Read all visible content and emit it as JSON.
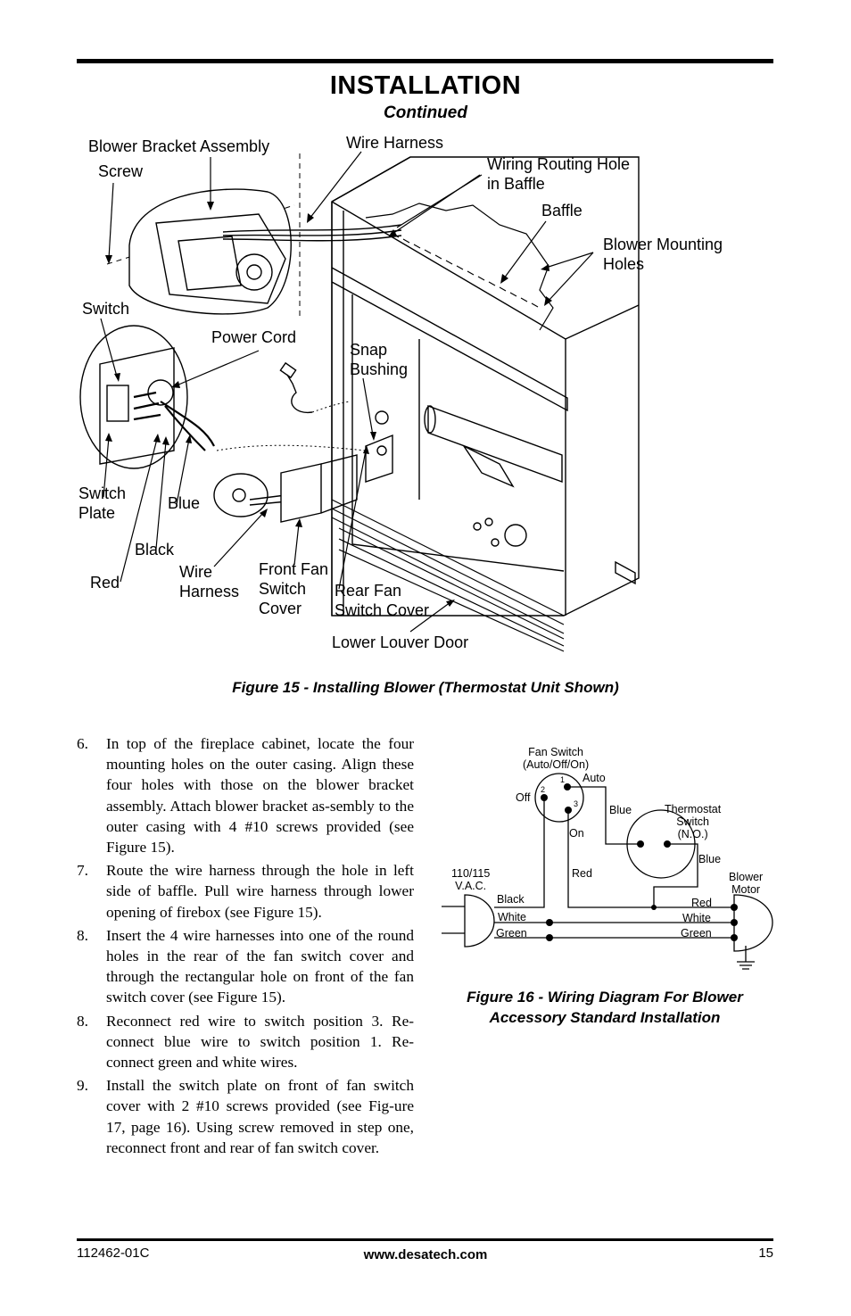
{
  "header": {
    "title": "INSTALLATION",
    "subtitle": "Continued"
  },
  "figure15": {
    "labels": {
      "blower_bracket_assembly": "Blower Bracket Assembly",
      "screw": "Screw",
      "wire_harness_top": "Wire Harness",
      "wiring_routing_hole": "Wiring Routing Hole\nin Baffle",
      "baffle": "Baffle",
      "blower_mounting_holes": "Blower Mounting\nHoles",
      "switch": "Switch",
      "power_cord": "Power Cord",
      "snap_bushing": "Snap\nBushing",
      "switch_plate": "Switch\nPlate",
      "blue": "Blue",
      "black": "Black",
      "red": "Red",
      "wire_harness_bottom": "Wire\nHarness",
      "front_fan_switch_cover": "Front Fan\nSwitch\nCover",
      "rear_fan_switch_cover": "Rear Fan\nSwitch Cover",
      "lower_louver_door": "Lower Louver Door"
    },
    "caption": "Figure 15 - Installing Blower  (Thermostat Unit Shown)"
  },
  "steps": [
    {
      "num": "6.",
      "text": "In top of the fireplace cabinet, locate the four mounting holes on the outer casing. Align these four holes with those on the blower bracket assembly. Attach blower bracket as-sembly to the outer casing with 4 #10 screws provided (see Figure 15)."
    },
    {
      "num": "7.",
      "text": "Route the wire harness through the hole in left side of baffle. Pull wire harness through lower opening of firebox (see Figure 15)."
    },
    {
      "num": "8.",
      "text": "Insert the 4 wire harnesses into one of the round holes in the rear of the fan switch cover and through the rectangular hole on front of the fan switch cover (see Figure 15)."
    },
    {
      "num": "8.",
      "text": "Reconnect red wire to switch position 3. Re-connect blue wire to switch position 1. Re-connect green and white wires."
    },
    {
      "num": "9.",
      "text": "Install the switch plate on front of fan switch cover with 2 #10 screws provided (see Fig-ure 17, page 16). Using screw removed in step one, reconnect front and rear of fan switch cover."
    }
  ],
  "figure16": {
    "labels": {
      "fan_switch": "Fan Switch\n(Auto/Off/On)",
      "pos1": "1",
      "pos2": "2",
      "pos3": "3",
      "auto": "Auto",
      "off": "Off",
      "on": "On",
      "blue_1": "Blue",
      "thermostat": "Thermostat\nSwitch\n(N.O.)",
      "blue_2": "Blue",
      "supply": "110/115\nV.A.C.",
      "red_1": "Red",
      "blower_motor": "Blower\nMotor",
      "black": "Black",
      "white_l": "White",
      "green_l": "Green",
      "red_2": "Red",
      "white_r": "White",
      "green_r": "Green"
    },
    "caption": "Figure 16 - Wiring Diagram For Blower\nAccessory Standard Installation"
  },
  "footer": {
    "doc_number": "112462-01C",
    "website": "www.desatech.com",
    "page": "15"
  }
}
